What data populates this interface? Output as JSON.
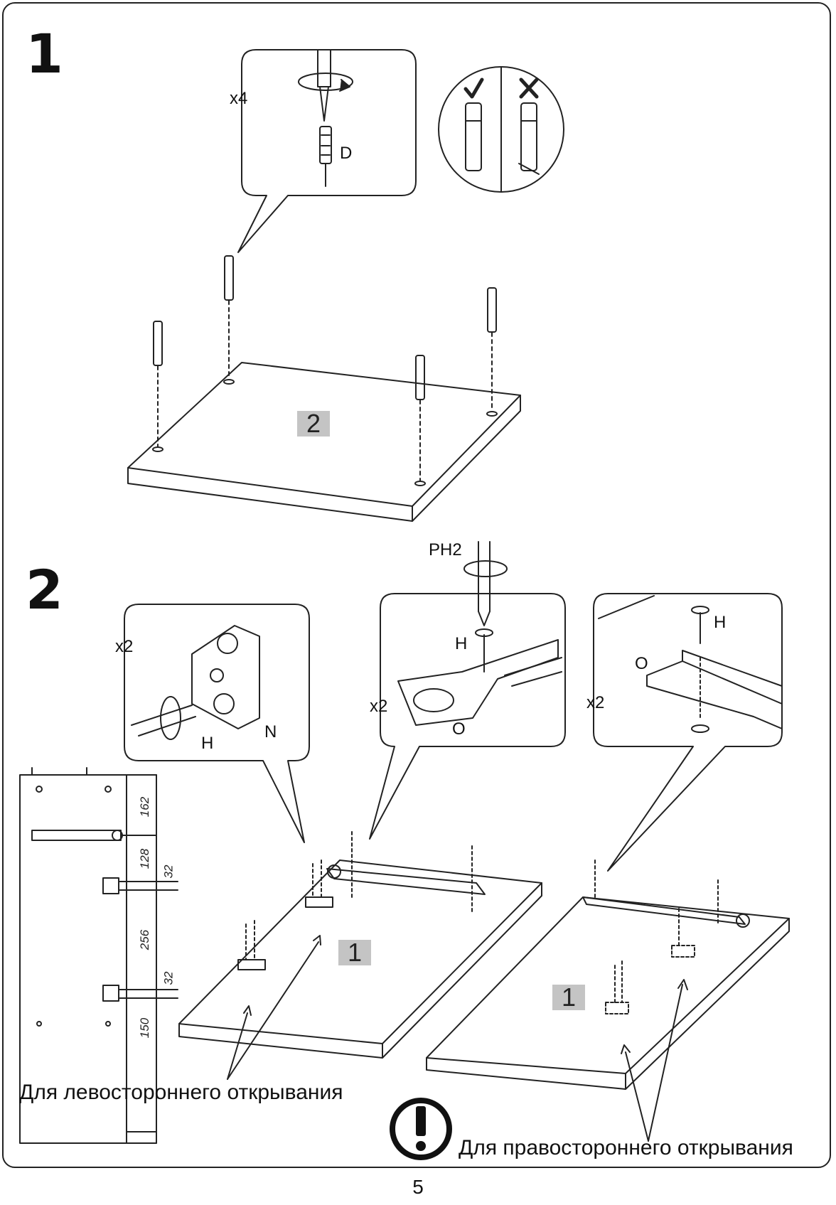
{
  "page": {
    "number": "5"
  },
  "step1": {
    "step_number": "1",
    "callout": {
      "quantity": "x4",
      "part_letter": "D"
    },
    "check_icon": "check-icon",
    "cross_icon": "cross-icon",
    "panel_tag": "2"
  },
  "step2": {
    "step_number": "2",
    "hinge_callout": {
      "quantity": "x2",
      "screw_letter": "H",
      "plate_letter": "N"
    },
    "slide_callout": {
      "tool": "PH2",
      "quantity": "x2",
      "screw_letter": "H",
      "part_letter": "O"
    },
    "rail_callout": {
      "quantity": "x2",
      "screw_letter": "H",
      "part_letter": "O"
    },
    "drawing_dimensions": [
      "162",
      "128",
      "32",
      "256",
      "32",
      "150"
    ],
    "panel_tag_left": "1",
    "panel_tag_right": "1",
    "caption_left": "Для левостороннего открывания",
    "caption_right": "Для правостороннего открывания",
    "warning_icon": "exclamation-icon"
  }
}
